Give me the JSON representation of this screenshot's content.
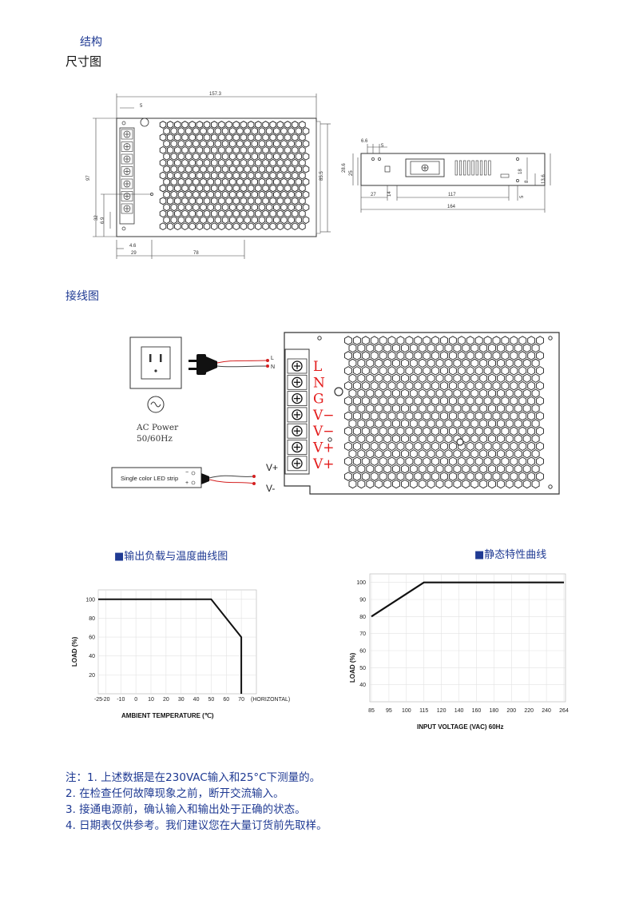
{
  "headings": {
    "structure": "结构",
    "dimension_drawing": "尺寸图",
    "wiring_diagram": "接线图",
    "derating_curve": "■输出负载与温度曲线图",
    "static_curve": "■静态特性曲线"
  },
  "dimension_drawing": {
    "front_dims": [
      "157.3",
      "5",
      "97",
      "85.5",
      "32",
      "6.9",
      "4.6",
      "29",
      "78"
    ],
    "side_dims": [
      "6.6",
      "5",
      "28.6",
      "25",
      "18",
      "8",
      "13.6",
      "27",
      "14",
      "117",
      "5",
      "164"
    ]
  },
  "wiring": {
    "plug_labels": [
      "L",
      "N"
    ],
    "ac_power": [
      "AC Power",
      "50/60Hz"
    ],
    "led_strip_label": "Single color LED strip",
    "strip_pins": [
      "−",
      "+"
    ],
    "output_labels": [
      "V+",
      "V-"
    ],
    "terminal_labels": [
      "L",
      "N",
      "G",
      "V−",
      "V−",
      "V+",
      "V+"
    ]
  },
  "chart_data": [
    {
      "type": "line",
      "title": "输出负载与温度曲线图",
      "xlabel": "AMBIENT TEMPERATURE (℃)",
      "ylabel": "LOAD (%)",
      "x_ticks": [
        "-25",
        "-20",
        "-10",
        "0",
        "10",
        "20",
        "30",
        "40",
        "50",
        "60",
        "70"
      ],
      "x_extra_label": "(HORIZONTAL)",
      "y_ticks": [
        "20",
        "40",
        "60",
        "80",
        "100"
      ],
      "xlim": [
        -25,
        80
      ],
      "ylim": [
        0,
        110
      ],
      "series": [
        {
          "x": [
            -25,
            50,
            70,
            70
          ],
          "y": [
            100,
            100,
            60,
            0
          ]
        }
      ]
    },
    {
      "type": "line",
      "title": "静态特性曲线",
      "xlabel": "INPUT VOLTAGE (VAC) 60Hz",
      "ylabel": "LOAD (%)",
      "x_ticks": [
        "85",
        "95",
        "100",
        "115",
        "120",
        "140",
        "160",
        "180",
        "200",
        "220",
        "240",
        "264"
      ],
      "y_ticks": [
        "40",
        "50",
        "60",
        "70",
        "80",
        "90",
        "100"
      ],
      "ylim": [
        30,
        105
      ],
      "series": [
        {
          "x": [
            85,
            115,
            264
          ],
          "y": [
            80,
            100,
            100
          ]
        }
      ]
    }
  ],
  "notes": [
    "注：1. 上述数据是在230VAC输入和25°C下测量的。",
    "2. 在检查任何故障现象之前，断开交流输入。",
    "3. 接通电源前，确认输入和输出处于正确的状态。",
    "4. 日期表仅供参考。我们建议您在大量订货前先取样。"
  ]
}
